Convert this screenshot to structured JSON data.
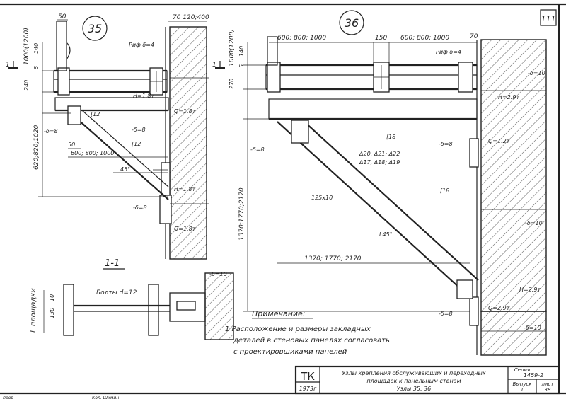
{
  "sheet_number": "111",
  "detail_35": {
    "label": "35",
    "dims": {
      "top_50": "50",
      "top_wall": "70 120;400",
      "left_height": "1000(1200)",
      "left_5": "5",
      "left_140": "140",
      "left_240": "240",
      "left_main": "620;820;1020",
      "dim_50": "50",
      "span": "600; 800; 1000",
      "angle": "45°"
    },
    "notes": {
      "rif": "Риф δ=4",
      "h_force": "H=1.8т",
      "q_top": "Q=1.8т",
      "channel_a": "[12",
      "channel_b": "[12",
      "plate_left": "-δ=8",
      "plate_mid": "-δ=8",
      "plate_bottom": "-δ=8",
      "h_bottom": "H=1.8т",
      "q_bottom": "Q=1.8т",
      "section_mark": "1"
    }
  },
  "detail_36": {
    "label": "36",
    "dims": {
      "top_spans": "600; 800; 1000",
      "top_150": "150",
      "top_spans_2": "600; 800; 1000",
      "top_70": "70",
      "left_height": "1000(1200)",
      "left_5": "5",
      "left_140": "140",
      "left_270": "270",
      "left_main": "1370;1770;2170",
      "bottom_span": "1370; 1770; 2170"
    },
    "notes": {
      "rif": "Риф δ=4",
      "h_top": "H=2.9т",
      "plate_top": "-δ=10",
      "channel_top": "[18",
      "bars": "Δ20, Δ21; Δ22",
      "bars_2": "Δ17, Δ18; Δ19",
      "plate_left": "-δ=8",
      "plate_right": "-δ=8",
      "q_top": "Q=1.2т",
      "channel_side": "[18",
      "angle_steel": "125х10",
      "angle_45": "L45°",
      "plate_mid": "-δ=10",
      "h_bottom": "H=2.9т",
      "plate_bottom": "-δ=8",
      "q_bottom": "Q=2.9т",
      "plate_bottom_2": "-δ=10",
      "section_mark": "1"
    }
  },
  "section_1_1": {
    "label": "1-1",
    "bolts": "Болты d=12",
    "dim_10": "10",
    "dim_130": "130",
    "plate": "-δ=10",
    "axis_label": "L площадки"
  },
  "notes_block": {
    "heading": "Примечание:",
    "line1": "1  Расположение и размеры закладных",
    "line2": "деталей в стеновых панелях согласовать",
    "line3": "с проектировщиками панелей"
  },
  "title_block": {
    "code": "ТК",
    "year": "1973г",
    "title_line1": "Узлы крепления обслуживающих и переходных",
    "title_line2": "площадок к панельным стенам",
    "title_line3": "Узлы 35, 36",
    "series_label": "Серия",
    "series_value": "1459-2",
    "issue_label": "Выпуск",
    "issue_value": "1",
    "sheet_label": "лист",
    "sheet_value": "38"
  },
  "footer": {
    "left": "пров",
    "mid": "Кол. Шимин"
  }
}
